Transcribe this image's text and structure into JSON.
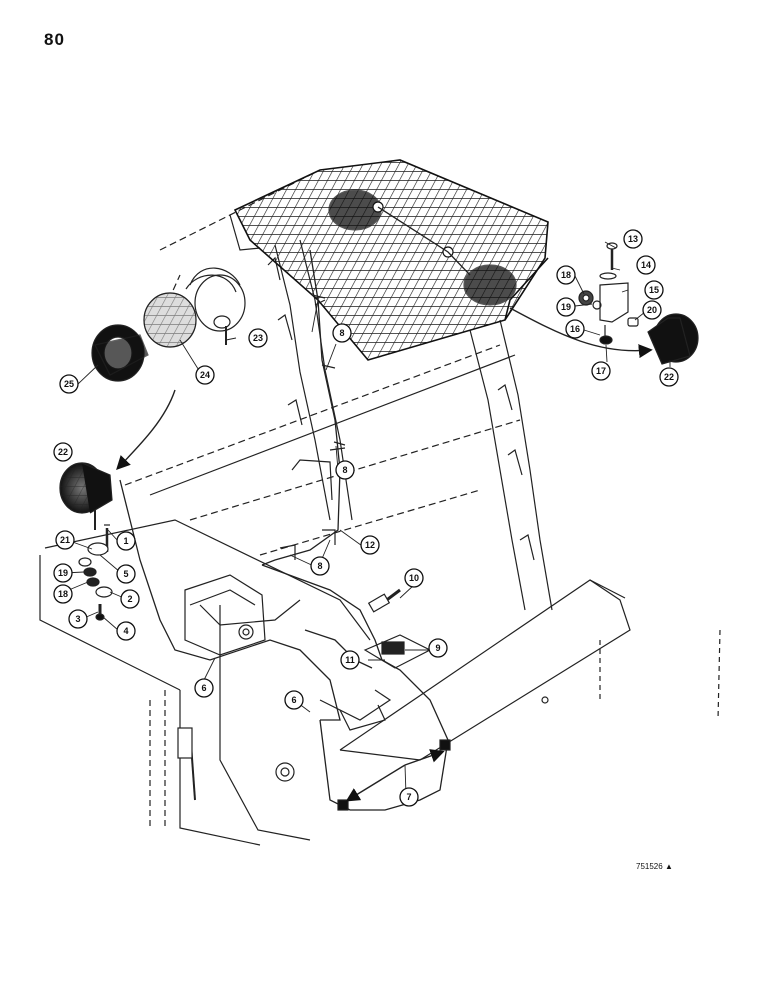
{
  "page_number": "80",
  "drawing_code": "751526",
  "callouts": [
    {
      "id": "c1",
      "label": "1"
    },
    {
      "id": "c2",
      "label": "2"
    },
    {
      "id": "c3",
      "label": "3"
    },
    {
      "id": "c4",
      "label": "4"
    },
    {
      "id": "c5",
      "label": "5"
    },
    {
      "id": "c6a",
      "label": "6"
    },
    {
      "id": "c6b",
      "label": "6"
    },
    {
      "id": "c7",
      "label": "7"
    },
    {
      "id": "c8a",
      "label": "8"
    },
    {
      "id": "c8b",
      "label": "8"
    },
    {
      "id": "c8c",
      "label": "8"
    },
    {
      "id": "c9",
      "label": "9"
    },
    {
      "id": "c10",
      "label": "10"
    },
    {
      "id": "c11",
      "label": "11"
    },
    {
      "id": "c12",
      "label": "12"
    },
    {
      "id": "c13",
      "label": "13"
    },
    {
      "id": "c14",
      "label": "14"
    },
    {
      "id": "c15",
      "label": "15"
    },
    {
      "id": "c16",
      "label": "16"
    },
    {
      "id": "c17",
      "label": "17"
    },
    {
      "id": "c18a",
      "label": "18"
    },
    {
      "id": "c18b",
      "label": "18"
    },
    {
      "id": "c19a",
      "label": "19"
    },
    {
      "id": "c19b",
      "label": "19"
    },
    {
      "id": "c20",
      "label": "20"
    },
    {
      "id": "c21",
      "label": "21"
    },
    {
      "id": "c22a",
      "label": "22"
    },
    {
      "id": "c22b",
      "label": "22"
    },
    {
      "id": "c23",
      "label": "23"
    },
    {
      "id": "c24",
      "label": "24"
    },
    {
      "id": "c25",
      "label": "25"
    }
  ]
}
